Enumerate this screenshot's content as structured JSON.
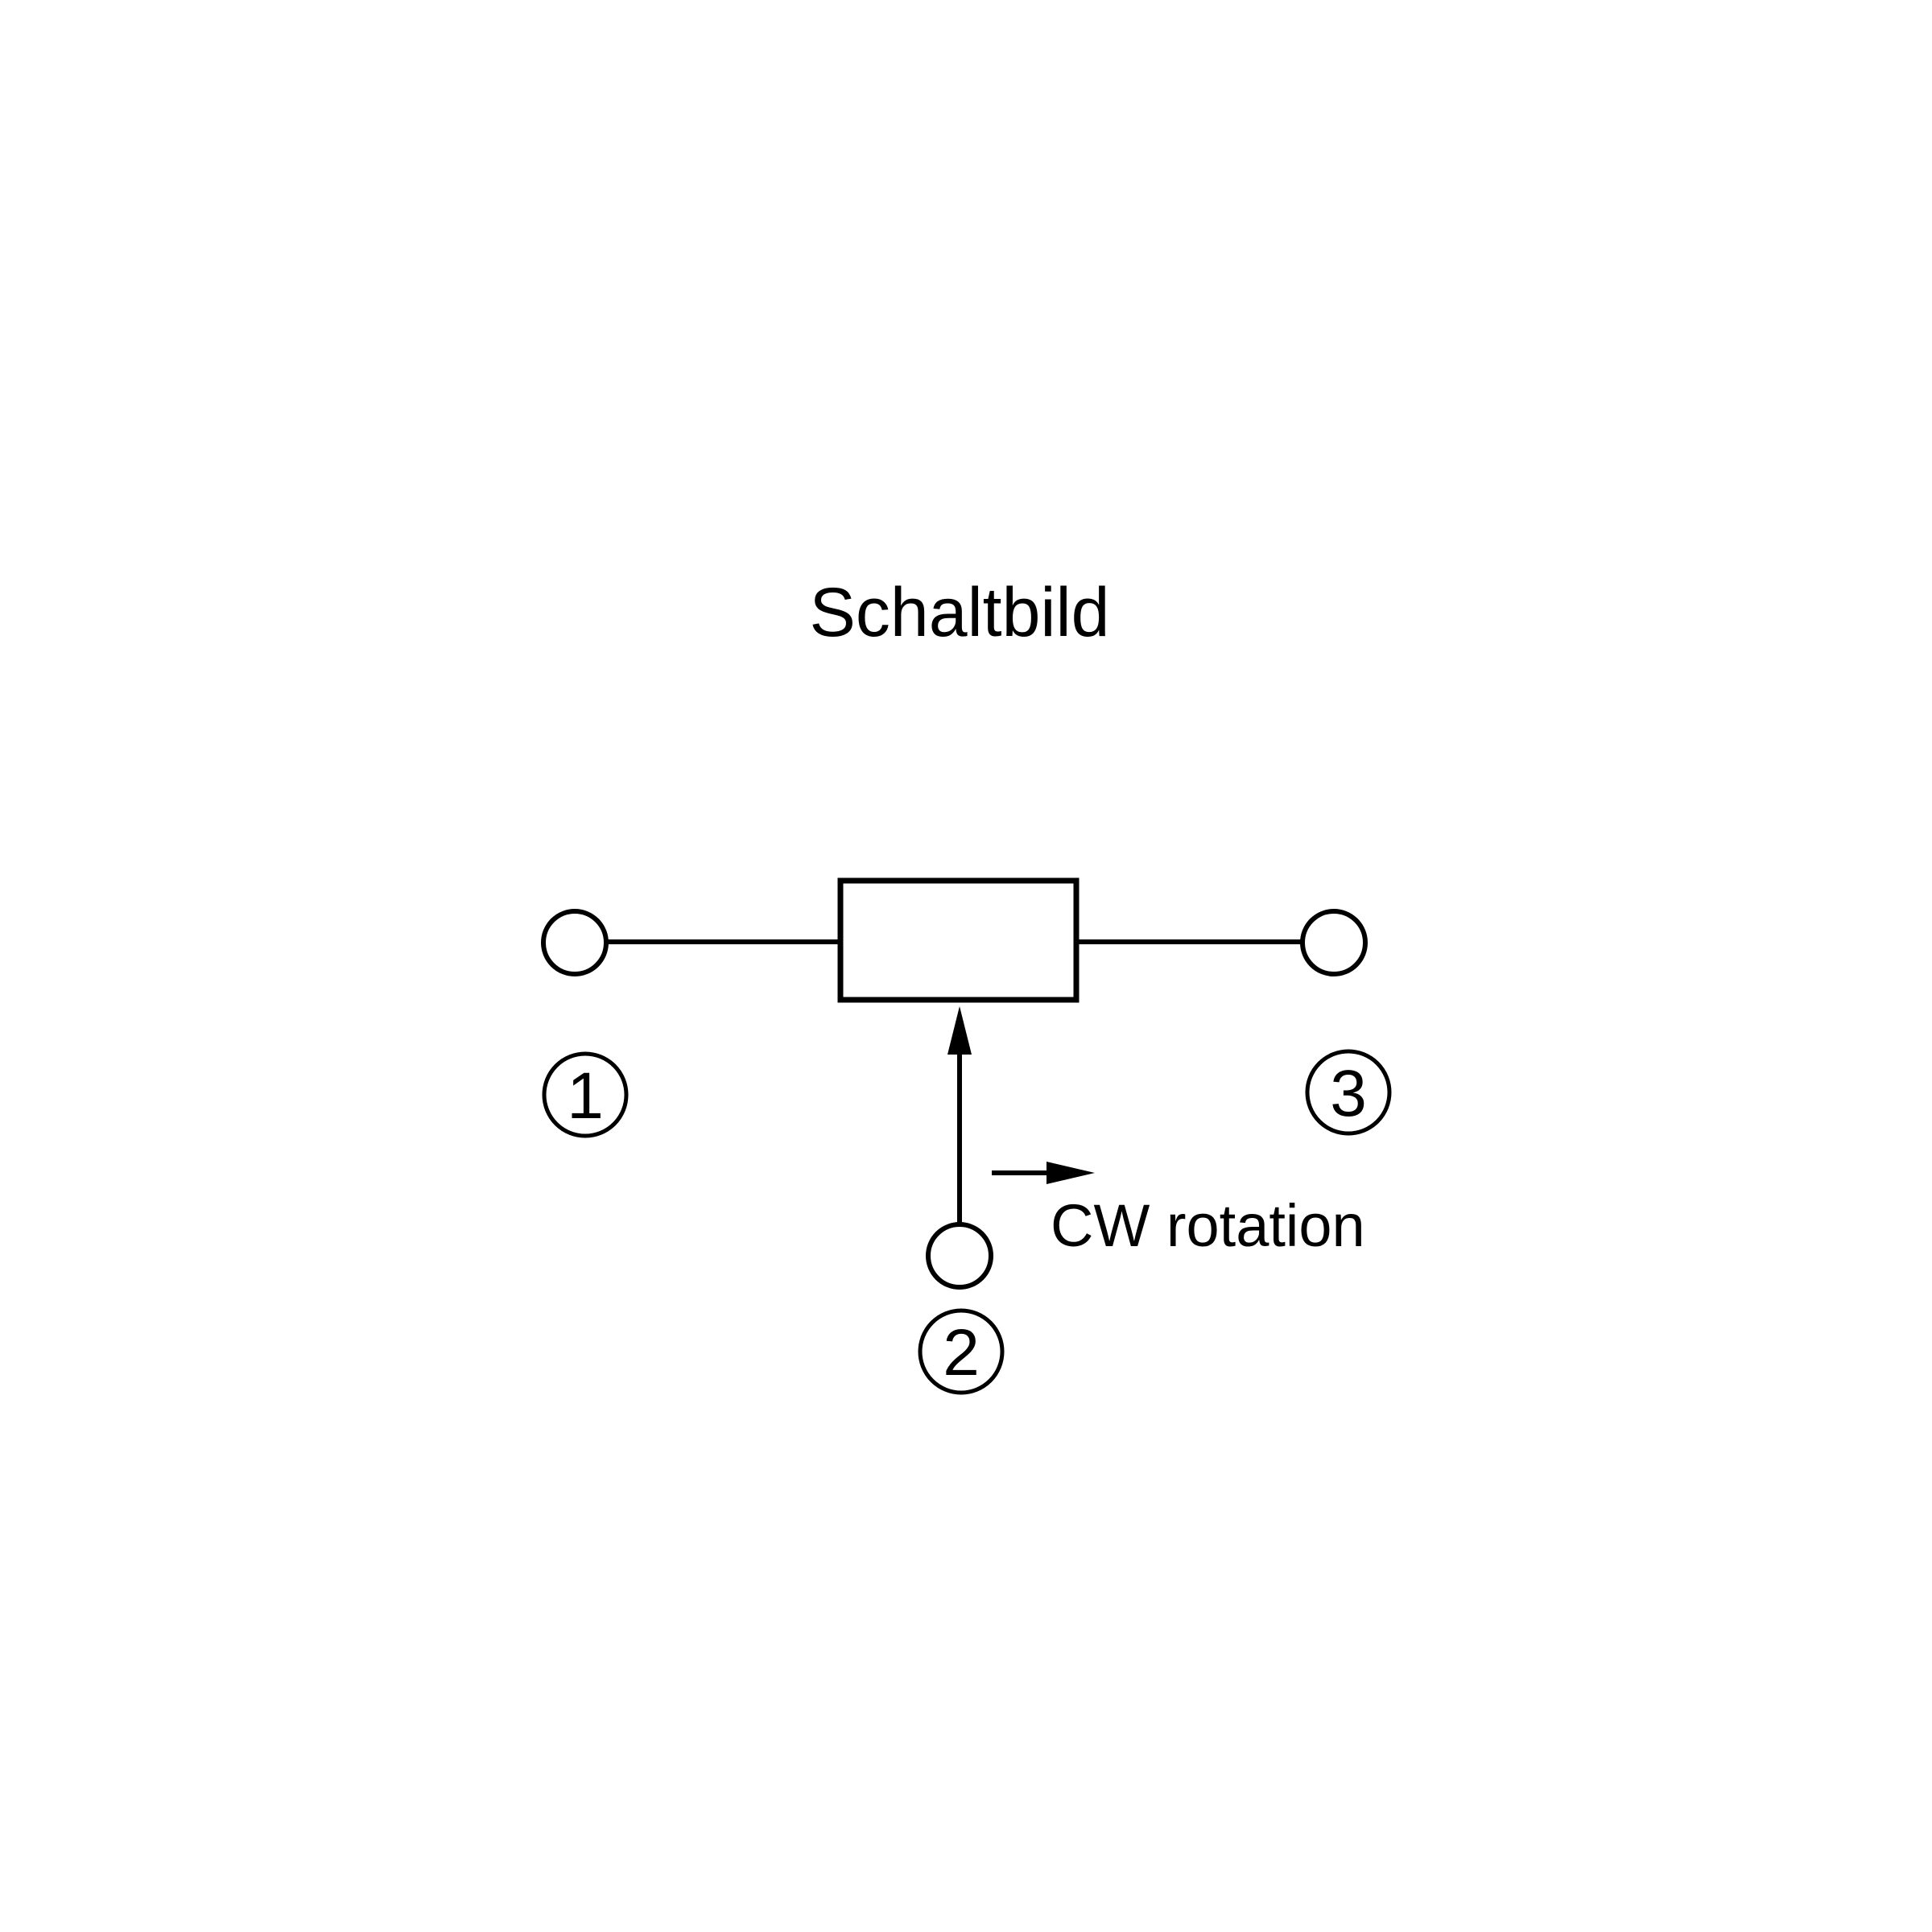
{
  "diagram": {
    "title": "Schaltbild",
    "rotation_label": "CW rotation",
    "pins": [
      {
        "label": "1"
      },
      {
        "label": "2"
      },
      {
        "label": "3"
      }
    ]
  },
  "colors": {
    "line": "#000000",
    "background": "#ffffff"
  }
}
